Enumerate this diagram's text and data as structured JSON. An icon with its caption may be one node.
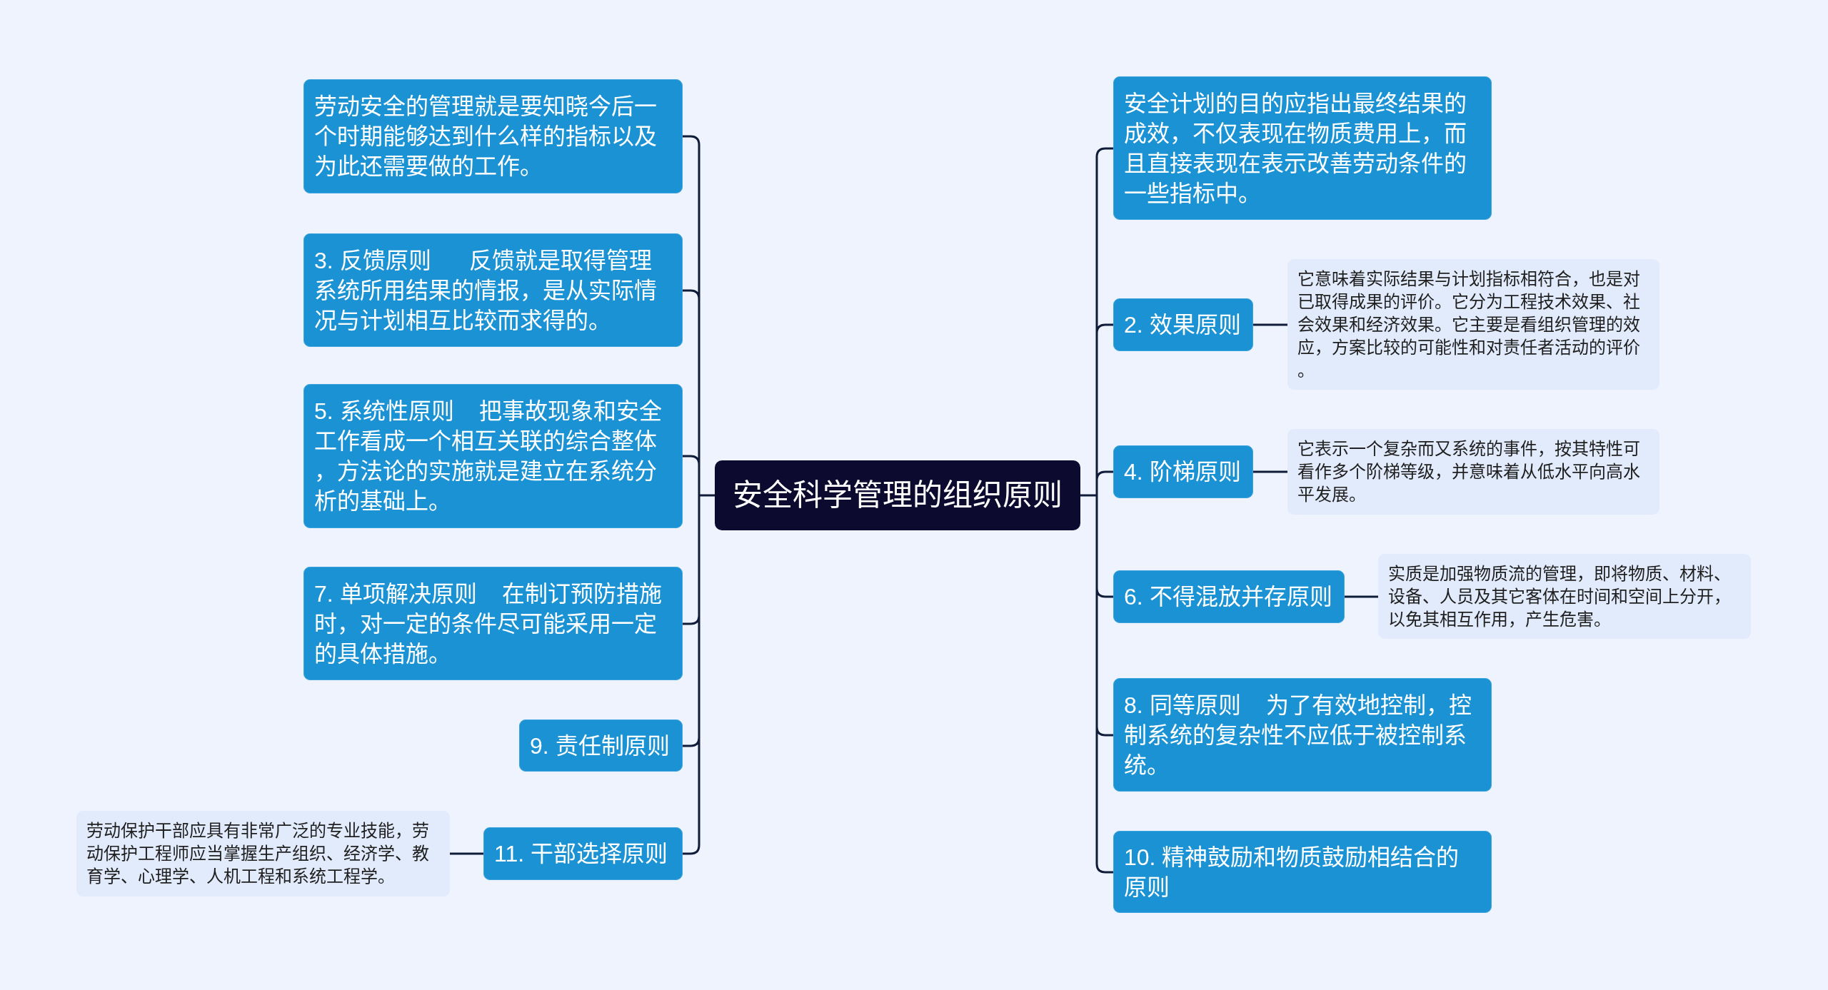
{
  "diagram": {
    "nodes": [
      {
        "text": [
          "安全科学管理的组织原则"
        ]
      },
      {
        "text": [
          "劳动安全的管理就是要知晓今后一个时期能够达到什么样的指标以及为此还需要做的工作。"
        ]
      },
      {
        "text": [
          "3. 反馈原则      反馈就是取得管理系统所用结果的情报，是从实际情况与计划相互比较而求得的。"
        ]
      },
      {
        "text": [
          "5. 系统性原则    把事故现象和安全工作看成一个相互关联的综合整体，方法论的实施就是建立在系统分析的基础上。"
        ]
      },
      {
        "text": [
          "7. 单项解决原则    在制订预防措施时，对一定的条件尽可能采用一定的具体措施。"
        ]
      },
      {
        "text": [
          "9. 责任制原则"
        ]
      },
      {
        "text": [
          "11. 干部选择原则"
        ]
      },
      {
        "text": [
          "劳动保护干部应具有非常广泛的专业技能，劳动保护工程师应当掌握生产组织、经济学、教育学、心理学、人机工程和系统工程学。"
        ]
      },
      {
        "text": [
          "安全计划的目的应指出最终结果的成效，不仅表现在物质费用上，而且直接表现在表示改善劳动条件的一些指标中。"
        ]
      },
      {
        "text": [
          "2. 效果原则"
        ]
      },
      {
        "text": [
          "它意味着实际结果与计划指标相符合，也是对已取得成果的评价。它分为工程技术效果、社会效果和经济效果。它主要是看组织管理的效应，方案比较的可能性和对责任者活动的评价。"
        ]
      },
      {
        "text": [
          "4. 阶梯原则"
        ]
      },
      {
        "text": [
          "它表示一个复杂而又系统的事件，按其特性可看作多个阶梯等级，并意味着从低水平向高水平发展。"
        ]
      },
      {
        "text": [
          "6. 不得混放并存原则"
        ]
      },
      {
        "text": [
          "实质是加强物质流的管理，即将物质、材料、设备、人员及其它客体在时间和空间上分开，以免其相互作用，产生危害。"
        ]
      },
      {
        "text": [
          "8. 同等原则    为了有效地控制，控制系统的复杂性不应低于被控制系统。"
        ]
      },
      {
        "text": [
          "10. 精神鼓励和物质鼓励相结合的原则"
        ]
      }
    ],
    "edges": [
      {
        "from": 0,
        "to": 1,
        "arrow": "none"
      },
      {
        "from": 0,
        "to": 2,
        "arrow": "none"
      },
      {
        "from": 0,
        "to": 3,
        "arrow": "none"
      },
      {
        "from": 0,
        "to": 4,
        "arrow": "none"
      },
      {
        "from": 0,
        "to": 5,
        "arrow": "none"
      },
      {
        "from": 0,
        "to": 6,
        "arrow": "none"
      },
      {
        "from": 6,
        "to": 7,
        "arrow": "none"
      },
      {
        "from": 0,
        "to": 8,
        "arrow": "none"
      },
      {
        "from": 0,
        "to": 9,
        "arrow": "none"
      },
      {
        "from": 9,
        "to": 10,
        "arrow": "none"
      },
      {
        "from": 0,
        "to": 11,
        "arrow": "none"
      },
      {
        "from": 11,
        "to": 12,
        "arrow": "none"
      },
      {
        "from": 0,
        "to": 13,
        "arrow": "none"
      },
      {
        "from": 13,
        "to": 14,
        "arrow": "none"
      },
      {
        "from": 0,
        "to": 15,
        "arrow": "none"
      },
      {
        "from": 0,
        "to": 16,
        "arrow": "none"
      }
    ]
  }
}
